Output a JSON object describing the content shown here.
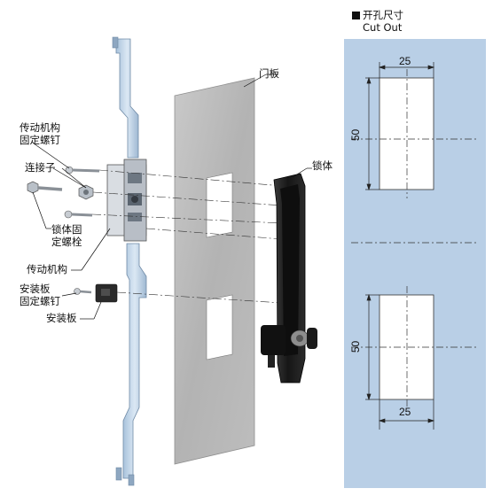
{
  "cutout": {
    "title_cn": "开孔尺寸",
    "title_en": "Cut Out",
    "top_width": "25",
    "top_height": "50",
    "bottom_height": "50",
    "bottom_width": "25",
    "panel_color": "#b9cfe6"
  },
  "labels": {
    "door_panel": "门板",
    "lock_body": "锁体",
    "drive_screw_line1": "传动机构",
    "drive_screw_line2": "固定螺钉",
    "connector": "连接子",
    "lock_fix_line1": "锁体固",
    "lock_fix_line2": "定螺栓",
    "drive_mechanism": "传动机构",
    "mount_screw_line1": "安装板",
    "mount_screw_line2": "固定螺钉",
    "mount_plate": "安装板"
  }
}
